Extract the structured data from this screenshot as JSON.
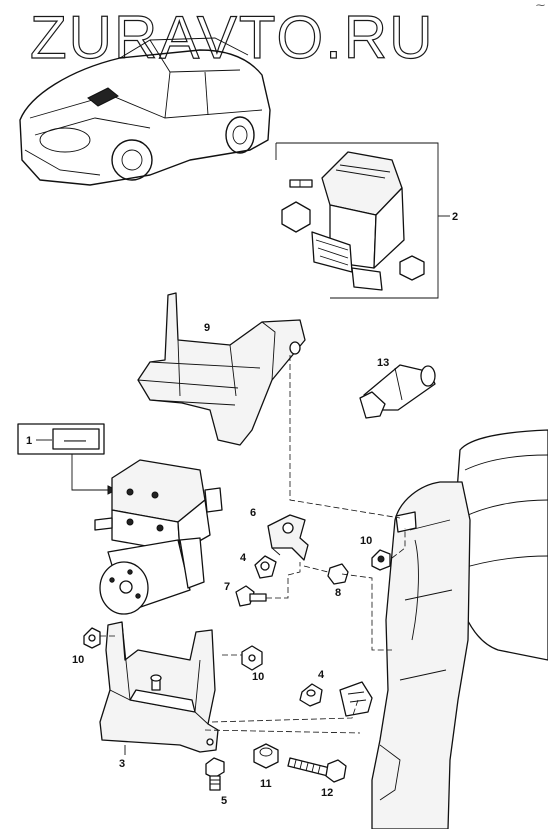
{
  "watermark": "ZURAVTO.RU",
  "corner_mark": "⁓",
  "parts": [
    {
      "id": "1",
      "label": "1"
    },
    {
      "id": "2",
      "label": "2"
    },
    {
      "id": "3",
      "label": "3"
    },
    {
      "id": "4a",
      "label": "4"
    },
    {
      "id": "4b",
      "label": "4"
    },
    {
      "id": "5",
      "label": "5"
    },
    {
      "id": "6",
      "label": "6"
    },
    {
      "id": "7",
      "label": "7"
    },
    {
      "id": "8",
      "label": "8"
    },
    {
      "id": "9",
      "label": "9"
    },
    {
      "id": "10a",
      "label": "10"
    },
    {
      "id": "10b",
      "label": "10"
    },
    {
      "id": "10c",
      "label": "10"
    },
    {
      "id": "11",
      "label": "11"
    },
    {
      "id": "12",
      "label": "12"
    },
    {
      "id": "13",
      "label": "13"
    }
  ],
  "legend_box": {
    "number": "1",
    "symbol": "——"
  }
}
